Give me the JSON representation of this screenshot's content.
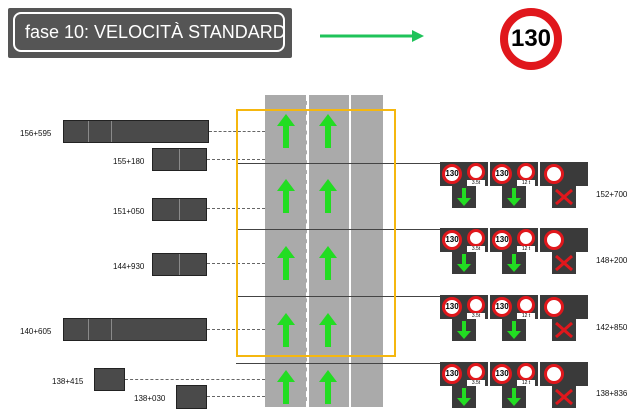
{
  "phase": {
    "title": "fase 10: VELOCITÀ STANDARD"
  },
  "speed_limit": {
    "value": "130"
  },
  "colors": {
    "background": "#ffffff",
    "title_box": "#555555",
    "green_arrow": "#1fc35a",
    "lane_arrow": "#22dd22",
    "lane": "#aaaaaa",
    "frame": "#f5b70f",
    "sign_red": "#e0171c",
    "cross_red": "#e0171c"
  },
  "left_gantries": [
    {
      "km": "156+595"
    },
    {
      "km": "155+180"
    },
    {
      "km": "151+050"
    },
    {
      "km": "144+930"
    },
    {
      "km": "140+605"
    },
    {
      "km": "138+415"
    },
    {
      "km": "138+030"
    }
  ],
  "right_gantries": [
    {
      "km": "152+700",
      "sign_value": "130",
      "plate1": "3.5t",
      "plate2": "12 t"
    },
    {
      "km": "148+200",
      "sign_value": "130",
      "plate1": "3.5t",
      "plate2": "12 t"
    },
    {
      "km": "142+850",
      "sign_value": "130",
      "plate1": "3.5t",
      "plate2": "12 t"
    },
    {
      "km": "138+836",
      "sign_value": "130",
      "plate1": "3.5t",
      "plate2": "12 t"
    }
  ],
  "vms_icons": {
    "left_panel": [
      "speed-limit-sign",
      "no-trucks-sign",
      "green-arrow-down"
    ],
    "middle_panel": [
      "speed-limit-sign",
      "no-trucks-sign",
      "green-arrow-down"
    ],
    "right_panel": [
      "no-vehicles-sign",
      "red-cross"
    ]
  }
}
